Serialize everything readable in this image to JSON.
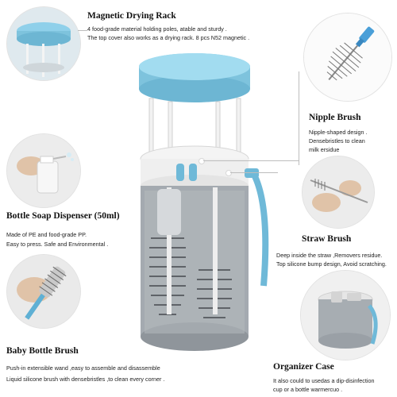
{
  "features": {
    "drying_rack": {
      "title": "Magnetic Drying Rack",
      "lines": [
        "4 food-grade material  holding poles, atable and sturdy .",
        "The top cover also works as a drying rack. 8  pcs N52 magnetic ."
      ]
    },
    "nipple_brush": {
      "title": "Nipple Brush",
      "lines": [
        "Nipple-shaped design .",
        "Densebristles to clean",
        "milk ersidue"
      ]
    },
    "soap_dispenser": {
      "title": "Bottle Soap Dispenser (50ml)",
      "lines": [
        "Made of PE and food-grade PP.",
        "Easy to press. Safe and Environmental ."
      ]
    },
    "straw_brush": {
      "title": "Straw Brush",
      "lines": [
        "Deep inside the straw ,Removers residue.",
        "Top silicone bump design, Avoid scratching."
      ]
    },
    "baby_bottle_brush": {
      "title": "Baby Bottle Brush",
      "lines": [
        "Push-in extensible wand ,easy to assemble and disassemble",
        "Liquid silicone brush with densebristles ,to clean every corner ."
      ]
    },
    "organizer_case": {
      "title": "Organizer Case",
      "lines": [
        "It also could to usedas a dip-disinfection",
        "cup or a bottle warmercuo ."
      ]
    }
  },
  "colors": {
    "accent_blue": "#7ec3dd",
    "body_gray": "#9aa0a6",
    "bristle_gray": "#5f6368"
  },
  "icons": [
    "drying-rack-photo",
    "nipple-brush-photo",
    "soap-dispenser-photo",
    "straw-brush-photo",
    "bottle-brush-photo",
    "organizer-case-photo",
    "product-illustration"
  ]
}
